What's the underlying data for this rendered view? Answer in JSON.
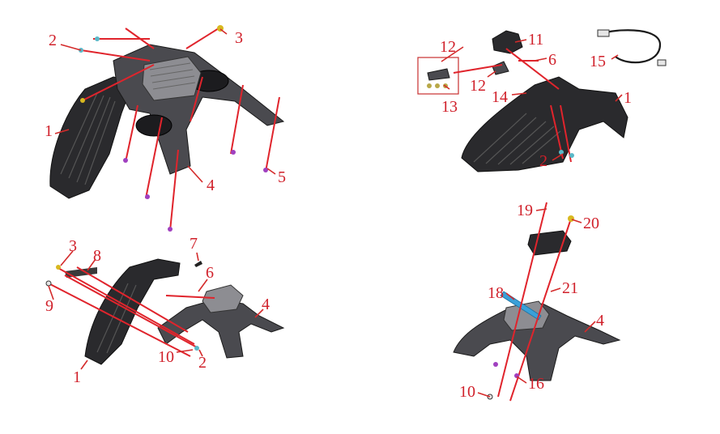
{
  "diagram": {
    "callouts": {
      "tl": [
        "2",
        "3",
        "1",
        "4",
        "5"
      ],
      "tr": [
        "12",
        "11",
        "6",
        "15",
        "12",
        "13",
        "14",
        "1",
        "2"
      ],
      "bl": [
        "3",
        "8",
        "9",
        "7",
        "6",
        "4",
        "10",
        "2",
        "1"
      ],
      "br": [
        "19",
        "20",
        "21",
        "18",
        "4",
        "10",
        "16"
      ]
    },
    "colors": {
      "callout": "#d0202a",
      "exploded_line": "#e0242c",
      "part": "#2a2a2d",
      "bracket_box": "#c83030"
    }
  }
}
